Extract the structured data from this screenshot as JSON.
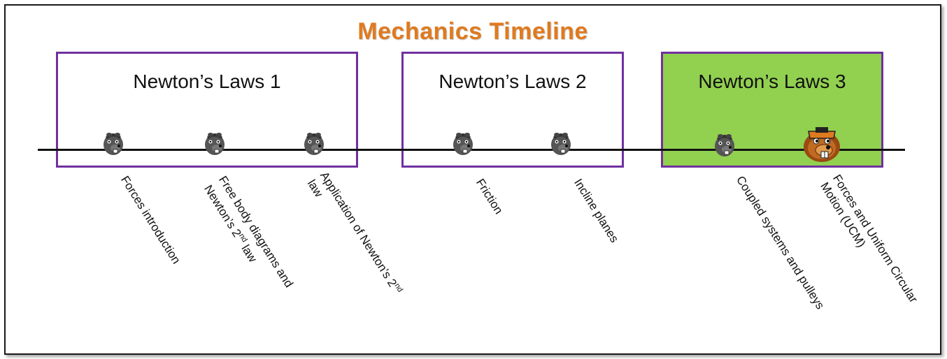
{
  "title": "Mechanics Timeline",
  "colors": {
    "title": "#e07a1f",
    "box_border": "#7030a0",
    "active_fill": "#92d050",
    "axis": "#111111"
  },
  "phases": [
    {
      "label": "Newton’s Laws 1",
      "active": false
    },
    {
      "label": "Newton’s Laws 2",
      "active": false
    },
    {
      "label": "Newton’s Laws 3",
      "active": true
    }
  ],
  "topics": [
    {
      "lines": [
        "Forces introduction"
      ],
      "phase": 1,
      "icon": "gray-beaver-icon",
      "current": false
    },
    {
      "lines": [
        "Free body diagrams and",
        "Newton’s 2nd law"
      ],
      "phase": 1,
      "icon": "gray-beaver-icon",
      "current": false
    },
    {
      "lines": [
        "Application of Newton’s 2nd",
        "law"
      ],
      "phase": 1,
      "icon": "gray-beaver-icon",
      "current": false
    },
    {
      "lines": [
        "Friction"
      ],
      "phase": 2,
      "icon": "gray-beaver-icon",
      "current": false
    },
    {
      "lines": [
        "Incline planes"
      ],
      "phase": 2,
      "icon": "gray-beaver-icon",
      "current": false
    },
    {
      "lines": [
        "Coupled systems and pulleys"
      ],
      "phase": 3,
      "icon": "gray-beaver-icon",
      "current": false
    },
    {
      "lines": [
        "Forces and Uniform Circular",
        "Motion (UCM)"
      ],
      "phase": 3,
      "icon": "osu-beaver-mascot-icon",
      "current": true
    }
  ]
}
